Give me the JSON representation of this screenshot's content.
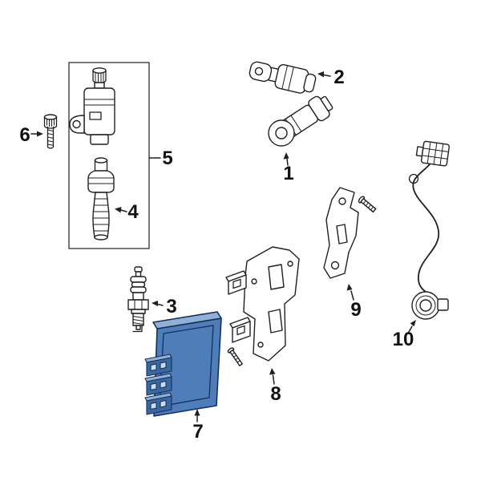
{
  "figure": {
    "background_color": "#ffffff",
    "line_color": "#231f20",
    "highlight": {
      "fill": "#4f7db9",
      "fill_light": "#8fb1d6",
      "fill_dark": "#3a67a0",
      "slot_fill": "#cdddf0",
      "stroke": "#14305a"
    },
    "highlighted_callout": "7",
    "callouts": [
      {
        "number": "1",
        "part": "crankshaft-position-sensor"
      },
      {
        "number": "2",
        "part": "camshaft-position-sensor"
      },
      {
        "number": "3",
        "part": "spark-plug"
      },
      {
        "number": "4",
        "part": "ignition-coil-boot"
      },
      {
        "number": "5",
        "part": "ignition-coil"
      },
      {
        "number": "6",
        "part": "coil-mounting-stud"
      },
      {
        "number": "7",
        "part": "engine-control-module",
        "highlighted": true
      },
      {
        "number": "8",
        "part": "module-mounting-bracket"
      },
      {
        "number": "9",
        "part": "sensor-mounting-bracket"
      },
      {
        "number": "10",
        "part": "knock-sensor-with-harness"
      }
    ]
  }
}
